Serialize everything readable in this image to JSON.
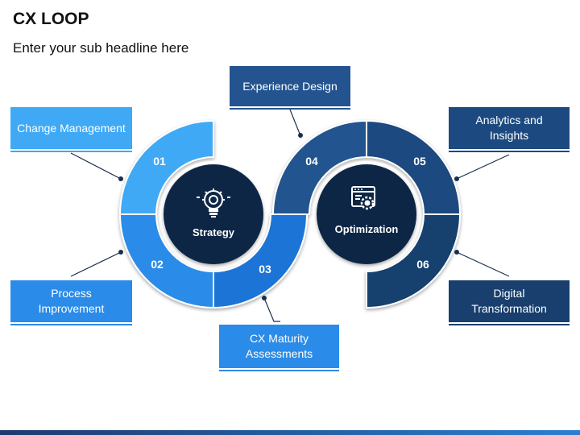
{
  "title": "CX LOOP",
  "subtitle": "Enter your sub headline here",
  "segments": [
    {
      "num": "01",
      "label": "Change Management",
      "color": "#3fa9f5"
    },
    {
      "num": "02",
      "label": "Process Improvement",
      "color": "#2b8be8"
    },
    {
      "num": "03",
      "label": "CX Maturity Assessments",
      "color": "#1f74d6"
    },
    {
      "num": "04",
      "label": "Experience Design",
      "color": "#24548f"
    },
    {
      "num": "05",
      "label": "Analytics and Insights",
      "color": "#1c4a80"
    },
    {
      "num": "06",
      "label": "Digital Transformation",
      "color": "#183f6e"
    }
  ],
  "hubs": [
    {
      "label": "Strategy",
      "icon": "lightbulb-gear-icon"
    },
    {
      "label": "Optimization",
      "icon": "browser-gear-icon"
    }
  ],
  "colors": {
    "hub": "#0e2544",
    "light_box": "#3fa9f5",
    "dark_box": "#1c4a80"
  }
}
